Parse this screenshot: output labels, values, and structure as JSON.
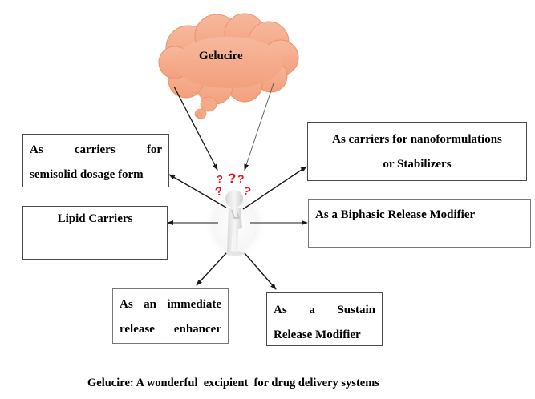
{
  "diagram": {
    "central_concept": "Gelucire",
    "central_icon": "thinking-person-with-question-marks-icon",
    "colors": {
      "cloud_fill": "#f5a987",
      "cloud_stroke": "#e8956f",
      "question_marks": "#e8161b",
      "box_border": "#4a4a4a",
      "arrow": "#1a1a1a"
    },
    "applications": {
      "semisolid": {
        "line1": "As carriers for",
        "line2": "semisolid dosage form"
      },
      "lipid": {
        "line1": "Lipid Carriers"
      },
      "nano": {
        "line1": "As carriers for nanoformulations",
        "line2": "or Stabilizers"
      },
      "biphasic": {
        "line1": "As a Biphasic Release Modifier"
      },
      "immediate": {
        "line1": "As an immediate",
        "line2": "release enhancer"
      },
      "sustain": {
        "line1": "As a Sustain",
        "line2": "Release Modifier"
      }
    },
    "caption": "Gelucire: A wonderful  excipient  for drug delivery systems"
  }
}
